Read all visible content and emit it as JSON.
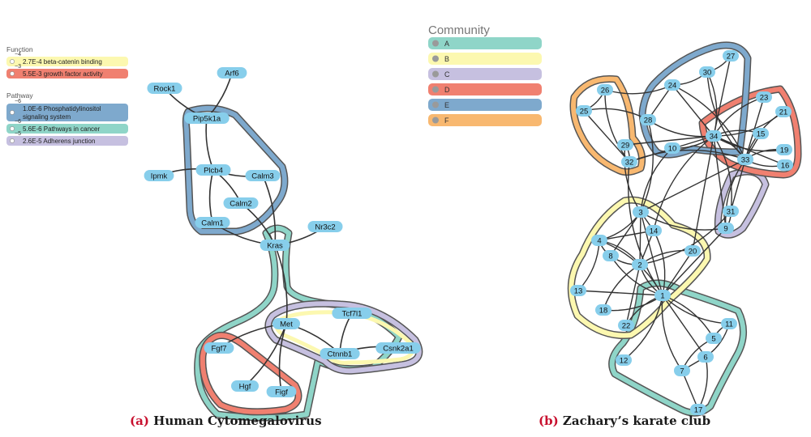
{
  "colors": {
    "node_fill": "#87ceeb",
    "edge": "#333333",
    "outline": "#555555",
    "yellow": "#fcf8b0",
    "red": "#f08070",
    "blue": "#7ea9cd",
    "teal": "#8fd5c8",
    "lavender": "#c6c0e0",
    "orange": "#f8b870"
  },
  "legend_a": {
    "function_title": "Function",
    "function_items": [
      {
        "exp": "−4",
        "text": "2.7E-4  beta-catenin binding",
        "color": "yellow"
      },
      {
        "exp": "−3",
        "text": "5.5E-3  growth factor activity",
        "color": "red"
      }
    ],
    "pathway_title": "Pathway",
    "pathway_items": [
      {
        "exp": "−6",
        "text": "1.0E-6  Phosphatidylinositol",
        "text2": "signaling system",
        "color": "blue"
      },
      {
        "exp": "−6",
        "text": "5.6E-6  Pathways in cancer",
        "color": "teal"
      },
      {
        "exp": "−5",
        "text": "2.6E-5  Adherens junction",
        "color": "lavender"
      }
    ]
  },
  "legend_b": {
    "title": "Community",
    "items": [
      {
        "label": "A",
        "color": "teal"
      },
      {
        "label": "B",
        "color": "yellow"
      },
      {
        "label": "C",
        "color": "lavender"
      },
      {
        "label": "D",
        "color": "red"
      },
      {
        "label": "E",
        "color": "blue"
      },
      {
        "label": "F",
        "color": "orange"
      }
    ]
  },
  "graph_a": {
    "nodes": [
      "Rock1",
      "Arf6",
      "Pip5k1a",
      "Ipmk",
      "Plcb4",
      "Calm3",
      "Calm2",
      "Calm1",
      "Kras",
      "Nr3c2",
      "Met",
      "Tcf7l1",
      "Fgf7",
      "Ctnnb1",
      "Csnk2a1",
      "Hgf",
      "Figf"
    ],
    "edges": [
      [
        "Rock1",
        "Pip5k1a"
      ],
      [
        "Arf6",
        "Pip5k1a"
      ],
      [
        "Pip5k1a",
        "Plcb4"
      ],
      [
        "Ipmk",
        "Plcb4"
      ],
      [
        "Plcb4",
        "Calm3"
      ],
      [
        "Plcb4",
        "Calm2"
      ],
      [
        "Plcb4",
        "Calm1"
      ],
      [
        "Calm2",
        "Kras"
      ],
      [
        "Calm1",
        "Kras"
      ],
      [
        "Calm3",
        "Kras"
      ],
      [
        "Kras",
        "Nr3c2"
      ],
      [
        "Kras",
        "Met"
      ],
      [
        "Met",
        "Fgf7"
      ],
      [
        "Met",
        "Hgf"
      ],
      [
        "Met",
        "Figf"
      ],
      [
        "Met",
        "Ctnnb1"
      ],
      [
        "Tcf7l1",
        "Ctnnb1"
      ],
      [
        "Ctnnb1",
        "Csnk2a1"
      ]
    ]
  },
  "graph_b": {
    "nodes": [
      "1",
      "2",
      "3",
      "4",
      "5",
      "6",
      "7",
      "8",
      "9",
      "10",
      "11",
      "12",
      "13",
      "14",
      "15",
      "16",
      "17",
      "18",
      "19",
      "20",
      "21",
      "22",
      "23",
      "24",
      "25",
      "26",
      "27",
      "28",
      "29",
      "30",
      "31",
      "32",
      "33",
      "34"
    ],
    "edges": [
      [
        "1",
        "2"
      ],
      [
        "1",
        "3"
      ],
      [
        "1",
        "4"
      ],
      [
        "1",
        "5"
      ],
      [
        "1",
        "6"
      ],
      [
        "1",
        "7"
      ],
      [
        "1",
        "8"
      ],
      [
        "1",
        "9"
      ],
      [
        "1",
        "11"
      ],
      [
        "1",
        "12"
      ],
      [
        "1",
        "13"
      ],
      [
        "1",
        "14"
      ],
      [
        "1",
        "18"
      ],
      [
        "1",
        "20"
      ],
      [
        "1",
        "22"
      ],
      [
        "1",
        "32"
      ],
      [
        "2",
        "3"
      ],
      [
        "2",
        "4"
      ],
      [
        "2",
        "8"
      ],
      [
        "2",
        "14"
      ],
      [
        "2",
        "18"
      ],
      [
        "2",
        "20"
      ],
      [
        "2",
        "22"
      ],
      [
        "2",
        "31"
      ],
      [
        "3",
        "4"
      ],
      [
        "3",
        "8"
      ],
      [
        "3",
        "9"
      ],
      [
        "3",
        "10"
      ],
      [
        "3",
        "14"
      ],
      [
        "3",
        "28"
      ],
      [
        "3",
        "29"
      ],
      [
        "3",
        "33"
      ],
      [
        "4",
        "8"
      ],
      [
        "4",
        "13"
      ],
      [
        "4",
        "14"
      ],
      [
        "5",
        "7"
      ],
      [
        "5",
        "11"
      ],
      [
        "6",
        "7"
      ],
      [
        "6",
        "11"
      ],
      [
        "6",
        "17"
      ],
      [
        "7",
        "17"
      ],
      [
        "9",
        "31"
      ],
      [
        "9",
        "33"
      ],
      [
        "9",
        "34"
      ],
      [
        "10",
        "34"
      ],
      [
        "14",
        "34"
      ],
      [
        "15",
        "33"
      ],
      [
        "15",
        "34"
      ],
      [
        "16",
        "33"
      ],
      [
        "16",
        "34"
      ],
      [
        "19",
        "33"
      ],
      [
        "19",
        "34"
      ],
      [
        "20",
        "34"
      ],
      [
        "21",
        "33"
      ],
      [
        "21",
        "34"
      ],
      [
        "23",
        "33"
      ],
      [
        "23",
        "34"
      ],
      [
        "24",
        "26"
      ],
      [
        "24",
        "28"
      ],
      [
        "24",
        "30"
      ],
      [
        "24",
        "33"
      ],
      [
        "24",
        "34"
      ],
      [
        "25",
        "26"
      ],
      [
        "25",
        "28"
      ],
      [
        "25",
        "32"
      ],
      [
        "26",
        "32"
      ],
      [
        "27",
        "30"
      ],
      [
        "27",
        "34"
      ],
      [
        "28",
        "34"
      ],
      [
        "29",
        "32"
      ],
      [
        "29",
        "34"
      ],
      [
        "30",
        "33"
      ],
      [
        "30",
        "34"
      ],
      [
        "31",
        "33"
      ],
      [
        "31",
        "34"
      ],
      [
        "32",
        "33"
      ],
      [
        "32",
        "34"
      ],
      [
        "33",
        "34"
      ]
    ]
  },
  "captions": {
    "a_label": "(a)",
    "a_title": "Human Cytomegalovirus",
    "b_label": "(b)",
    "b_title": "Zachary’s karate club"
  }
}
